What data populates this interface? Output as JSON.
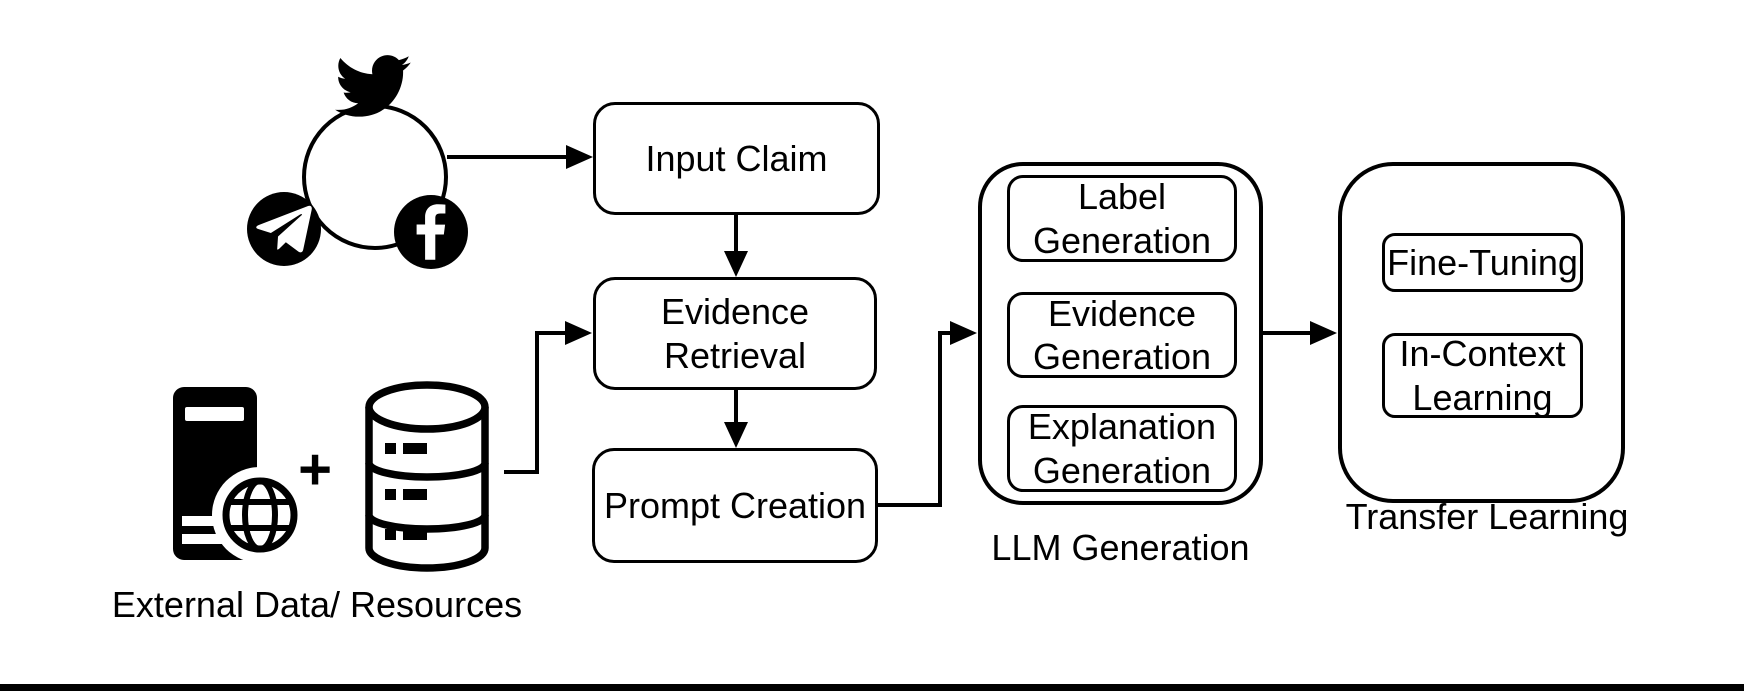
{
  "colors": {
    "ink": "#000000",
    "paper": "#ffffff"
  },
  "social": {
    "platforms": [
      "twitter",
      "telegram",
      "facebook"
    ]
  },
  "nodes": {
    "input_claim": {
      "label": "Input Claim"
    },
    "evidence_retrieval": {
      "label": "Evidence\nRetrieval"
    },
    "prompt_creation": {
      "label": "Prompt Creation"
    },
    "llm_generation": {
      "caption": "LLM Generation",
      "items": [
        {
          "label": "Label\nGeneration"
        },
        {
          "label": "Evidence\nGeneration"
        },
        {
          "label": "Explanation\nGeneration"
        }
      ]
    },
    "transfer_learning": {
      "caption": "Transfer Learning",
      "items": [
        {
          "label": "Fine-Tuning"
        },
        {
          "label": "In-Context\nLearning"
        }
      ]
    },
    "external_data": {
      "caption": "External Data/ Resources",
      "plus": "+"
    }
  }
}
